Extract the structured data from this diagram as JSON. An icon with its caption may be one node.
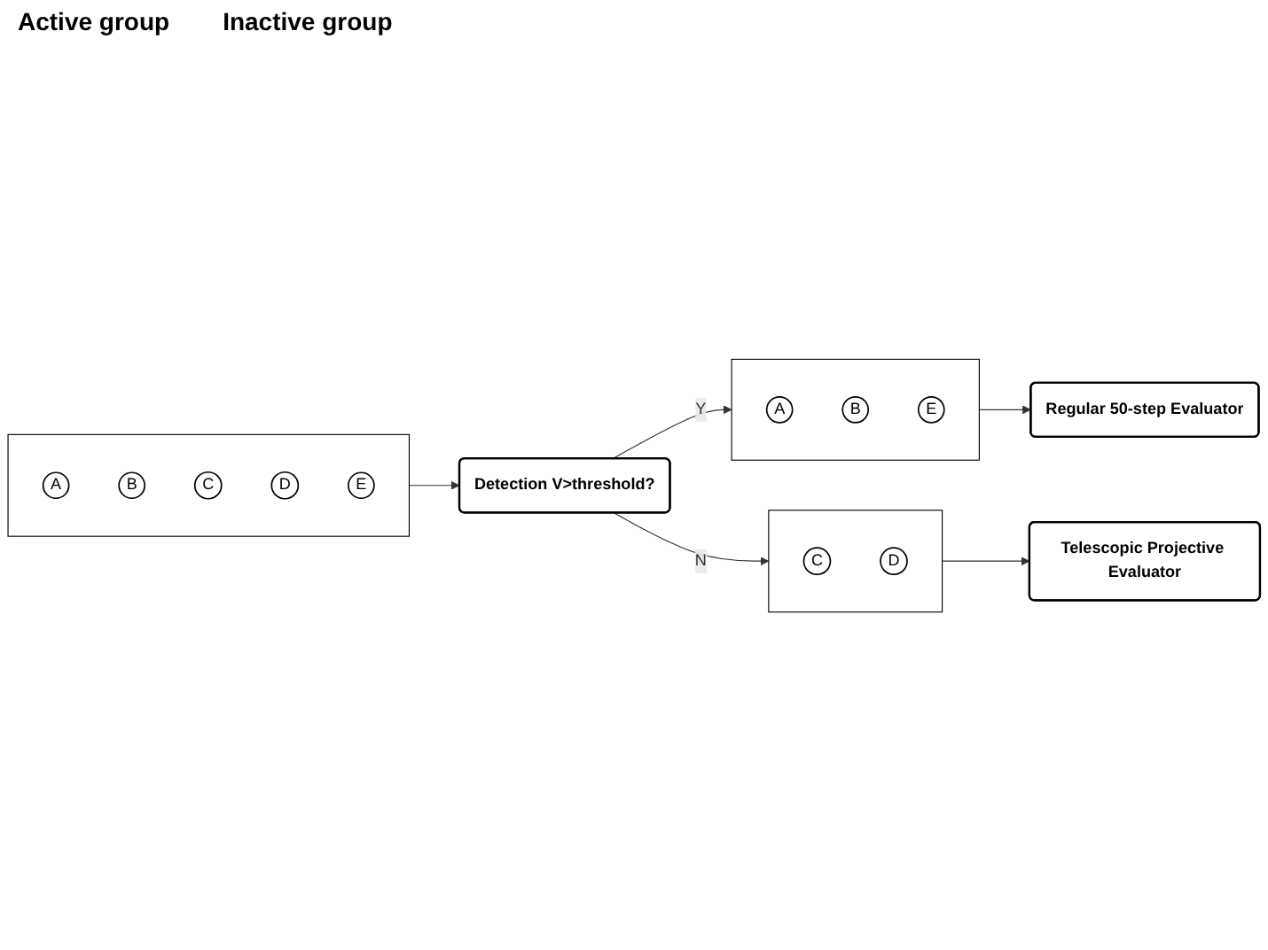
{
  "diagram": {
    "nodes": [
      {
        "text": [],
        "shape": "box"
      },
      {
        "text": [
          "A"
        ],
        "in": 0
      },
      {
        "text": [
          "B"
        ],
        "in": 0
      },
      {
        "text": [
          "E"
        ],
        "in": 0
      },
      {
        "text": [
          "Regular 50-step Evaluator"
        ]
      },
      {
        "text": [],
        "shape": "box"
      },
      {
        "text": [
          "A"
        ],
        "in": 5
      },
      {
        "text": [
          "B"
        ],
        "in": 5
      },
      {
        "text": [
          "C"
        ],
        "in": 5
      },
      {
        "text": [
          "D"
        ],
        "in": 5
      },
      {
        "text": [
          "E"
        ],
        "in": 5
      },
      {
        "text": [
          "Detection V>threshold?"
        ]
      },
      {
        "text": [],
        "shape": "box"
      },
      {
        "text": [
          "C"
        ],
        "in": 12
      },
      {
        "text": [
          "D"
        ],
        "in": 12
      },
      {
        "text": [
          "Telescopic Projective Evaluator"
        ]
      }
    ],
    "edges": [
      {
        "from": 5,
        "to": 11,
        "arrow": "to"
      },
      {
        "from": 11,
        "to": 0,
        "arrow": "to",
        "label": "Y"
      },
      {
        "from": 11,
        "to": 12,
        "arrow": "to",
        "label": "N"
      },
      {
        "from": 0,
        "to": 4,
        "arrow": "to"
      },
      {
        "from": 12,
        "to": 15,
        "arrow": "to"
      }
    ],
    "labels": [
      "Active group",
      "Inactive group"
    ]
  }
}
